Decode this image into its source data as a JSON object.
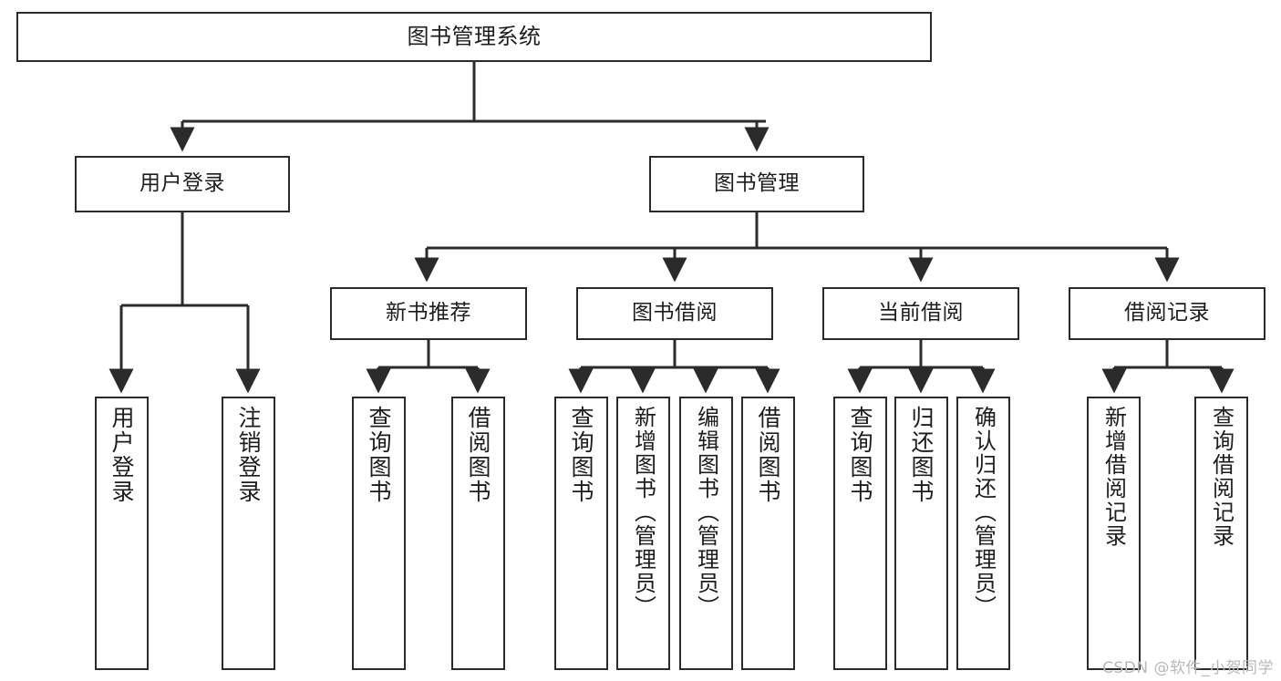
{
  "diagram": {
    "title": "图书管理系统",
    "type": "tree",
    "stroke_color": "#2b2b2b",
    "fill_color": "#ffffff",
    "text_color": "#1d1d1d",
    "nodes": {
      "root": "图书管理系统",
      "level2": {
        "user_login": "用户登录",
        "book_manage": "图书管理"
      },
      "level3": {
        "new_book_recommend": "新书推荐",
        "book_borrow": "图书借阅",
        "current_borrow": "当前借阅",
        "borrow_record": "借阅记录"
      },
      "leaves": {
        "user_login_1": "用户登录",
        "user_login_2": "注销登录",
        "recommend_1": "查询图书",
        "recommend_2": "借阅图书",
        "borrow_1": "查询图书",
        "borrow_2": "新增图书（管理员）",
        "borrow_3": "编辑图书（管理员）",
        "borrow_4": "借阅图书",
        "current_1": "查询图书",
        "current_2": "归还图书",
        "current_3": "确认归还（管理员）",
        "record_1": "新增借阅记录",
        "record_2": "查询借阅记录"
      }
    }
  },
  "watermark": {
    "text": "CSDN @软件_小贺同学"
  }
}
